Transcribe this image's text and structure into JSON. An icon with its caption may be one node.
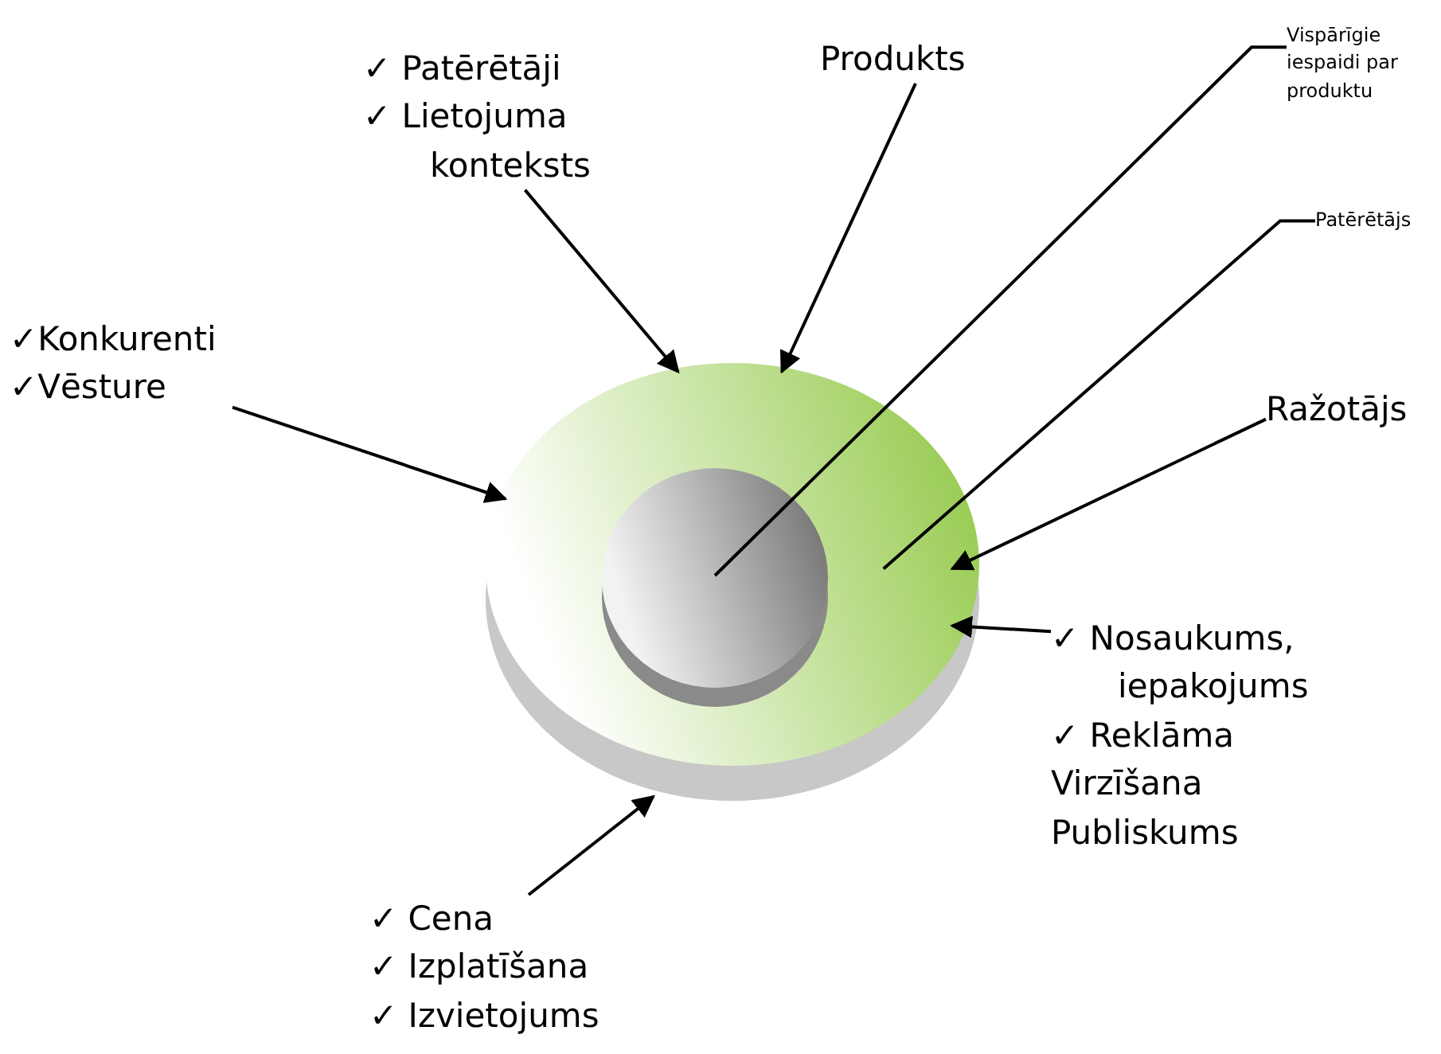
{
  "diagram": {
    "nodes": [
      {
        "text": [
          "✓ Patērētāji",
          "✓ Lietojuma konteksts"
        ]
      },
      {
        "text": [
          "Produkts"
        ]
      },
      {
        "text": [
          "Vispārīgie iespaidi par produktu"
        ]
      },
      {
        "text": [
          "Patērētājs"
        ]
      },
      {
        "text": [
          "✓Konkurenti",
          "✓Vēsture"
        ]
      },
      {
        "text": [
          "Ražotājs"
        ]
      },
      {
        "text": [],
        "shape": "circle"
      },
      {
        "text": [],
        "shape": "circle",
        "in": 6
      },
      {
        "text": [
          "✓ Nosaukums, iepakojums",
          "✓ Reklāma",
          "Virzīšana",
          "Publiskums"
        ]
      },
      {
        "text": [
          "✓ Cena",
          "✓ Izplatīšana",
          "✓ Izvietojums"
        ]
      }
    ],
    "edges": [
      {
        "from": 0,
        "to": 6,
        "arrow": "to"
      },
      {
        "from": 1,
        "to": 6,
        "arrow": "to"
      },
      {
        "from": 2,
        "to": 7,
        "arrow": "none"
      },
      {
        "from": 3,
        "to": 6,
        "arrow": "none"
      },
      {
        "from": 4,
        "to": 6,
        "arrow": "to"
      },
      {
        "from": 5,
        "to": 6,
        "arrow": "to"
      },
      {
        "from": 8,
        "to": 6,
        "arrow": "to"
      },
      {
        "from": 9,
        "to": 6,
        "arrow": "to"
      }
    ]
  }
}
